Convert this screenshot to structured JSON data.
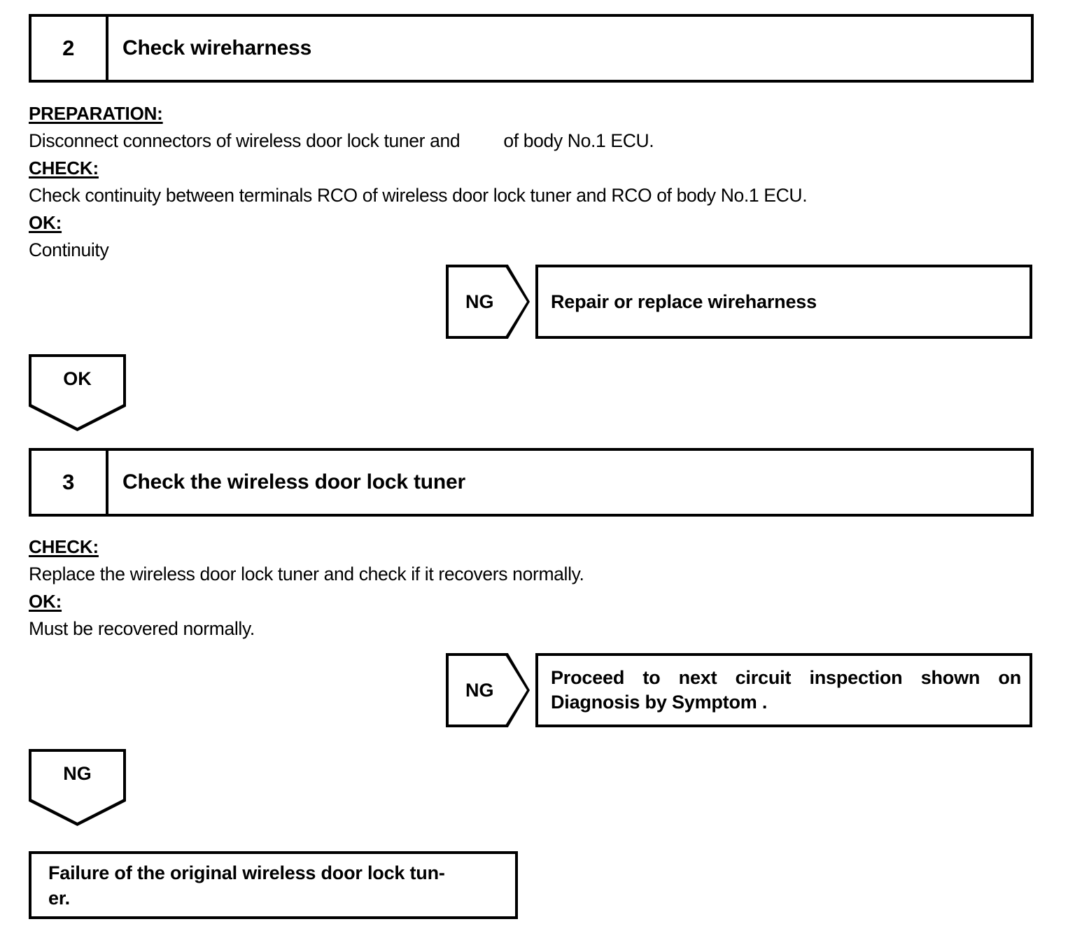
{
  "document": {
    "type": "automotive-diagnostic-flowchart"
  },
  "steps": [
    {
      "number": "2",
      "title": "Check wireharness",
      "sections": [
        {
          "heading": "PREPARATION:",
          "line_before_gap": "Disconnect connectors of wireless door lock tuner and",
          "line_after_gap": "of body No.1 ECU."
        },
        {
          "heading": "CHECK:",
          "body": "Check continuity between terminals RCO of wireless door lock tuner and RCO of body No.1 ECU."
        },
        {
          "heading": "OK:",
          "body": "Continuity"
        }
      ],
      "ng_label": "NG",
      "ng_result": {
        "line1": "Repair or replace wireharness"
      },
      "pass_connector": "OK"
    },
    {
      "number": "3",
      "title": "Check the wireless door lock tuner",
      "sections": [
        {
          "heading": "CHECK:",
          "body": "Replace the wireless door lock tuner and check if it recovers normally."
        },
        {
          "heading": "OK:",
          "body": "Must be recovered normally."
        }
      ],
      "ng_label": "NG",
      "ng_result": {
        "line1": "Proceed to next circuit inspection shown on",
        "line2": "Diagnosis by Symptom ."
      },
      "pass_connector": "NG"
    }
  ],
  "final_outcome": {
    "line1": "Failure of the original wireless door lock tun-",
    "line2": "er."
  },
  "colors": {
    "ink": "#000000",
    "paper": "#ffffff"
  }
}
